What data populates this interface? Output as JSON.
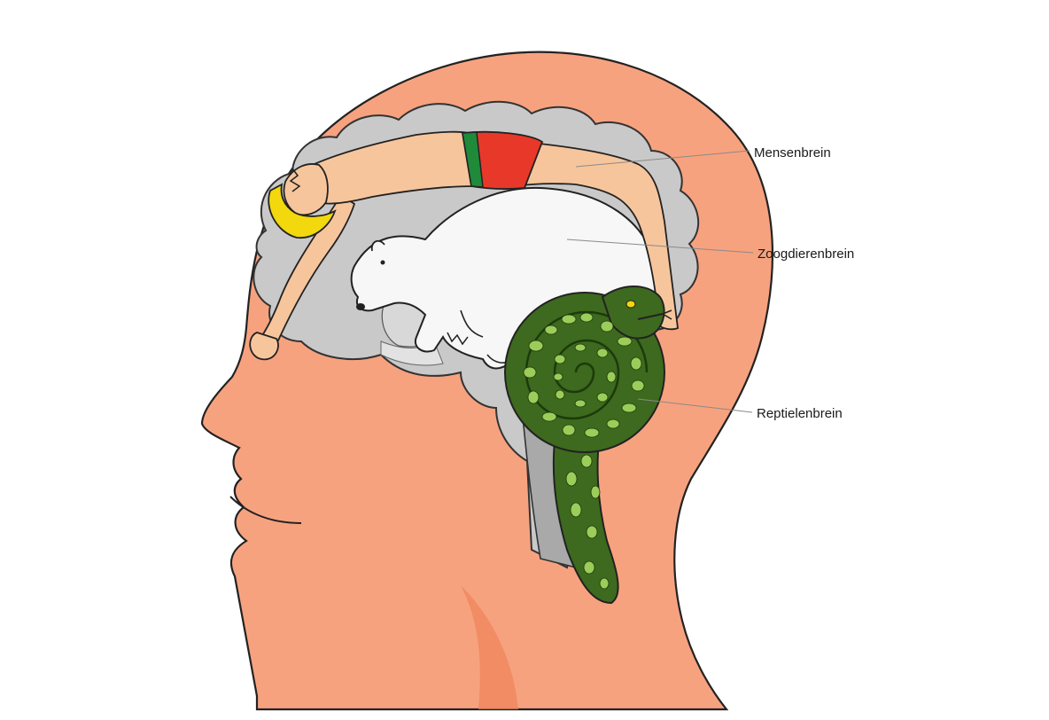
{
  "labels": {
    "human_brain": "Mensenbrein",
    "mammal_brain": "Zoogdierenbrein",
    "reptile_brain": "Reptielenbrein"
  },
  "colors": {
    "skin": "#f7a27f",
    "skin_shadow": "#f08a60",
    "brain_gray": "#c9c9c9",
    "brain_gray_dark": "#a9a9a9",
    "brain_light": "#d8d8d8",
    "man_skin": "#f7c59c",
    "hair": "#f2d80c",
    "trunks_red": "#e8382a",
    "trunks_band": "#1f8a3a",
    "bear_white": "#f7f7f7",
    "snake_dark": "#3d6a1e",
    "snake_spot": "#9ccc5a",
    "leader_line": "#8a8a8a"
  },
  "icons": [
    "human-figure",
    "polar-bear",
    "snake"
  ]
}
